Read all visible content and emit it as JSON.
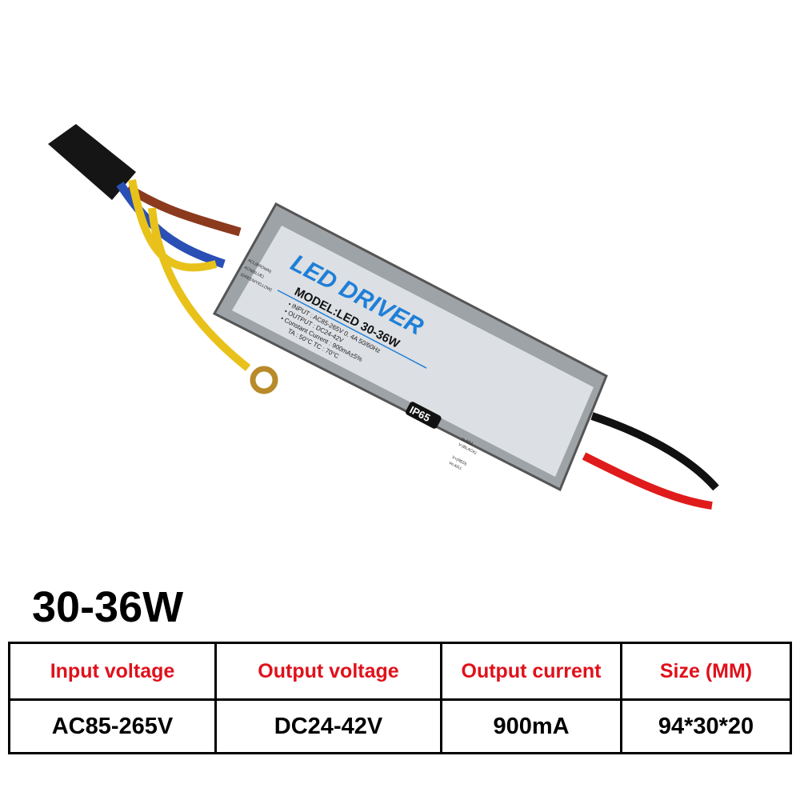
{
  "product": {
    "label": {
      "brand": "LED DRIVER",
      "model": "MODEL:LED 30-36W",
      "input": "• INPUT : AC85-265V  0. 4A  50/60Hz",
      "output": "• OUTPUT : DC24-42V",
      "current": "• Constant Current : 900mA±5%",
      "temps": "TA : 50°C     TC : 70°C",
      "wires_in": [
        "ACL(BROWN)",
        "ACN(BLUE)",
        "(GREEN/YELLOW)"
      ],
      "rating": "IP65",
      "wires_out": [
        "Io ADJ.",
        "V-(BLACK)",
        "V+(RED)",
        "Vo ADJ."
      ]
    },
    "colors": {
      "brown": "#8b3a1e",
      "blue": "#2a4fb5",
      "yellow": "#e8c21a",
      "red": "#e01b1b",
      "black": "#111111",
      "label_blue": "#1e7fd8"
    }
  },
  "title": "30-36W",
  "table": {
    "headers": [
      "Input voltage",
      "Output voltage",
      "Output current",
      "Size (MM)"
    ],
    "values": [
      "AC85-265V",
      "DC24-42V",
      "900mA",
      "94*30*20"
    ]
  }
}
